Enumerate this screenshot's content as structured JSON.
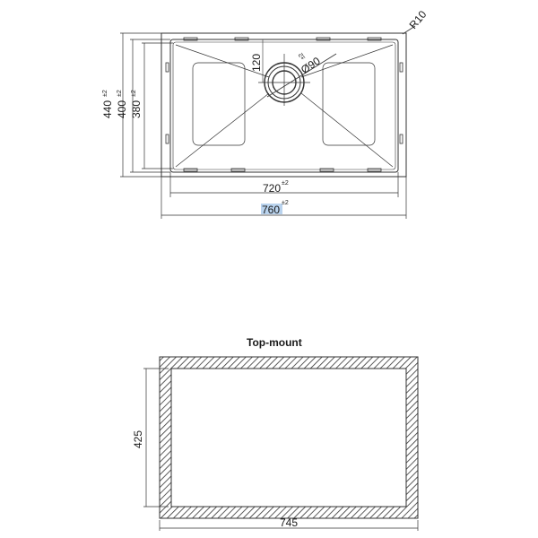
{
  "top_view": {
    "corner_radius": "R10",
    "drain_diameter": "Ø90",
    "drain_tolerance": "±2",
    "drain_offset": "120",
    "width_inner": "720",
    "width_inner_tolerance": "±2",
    "width_outer": "760",
    "width_outer_tolerance": "±2",
    "depth_outer": "440",
    "depth_outer_tolerance": "±2",
    "depth_mid": "400",
    "depth_mid_tolerance": "±2",
    "depth_inner": "380",
    "depth_inner_tolerance": "±2",
    "highlight_color": "#b9d3ee"
  },
  "cutout": {
    "title": "Top-mount",
    "width": "745",
    "height": "425"
  }
}
